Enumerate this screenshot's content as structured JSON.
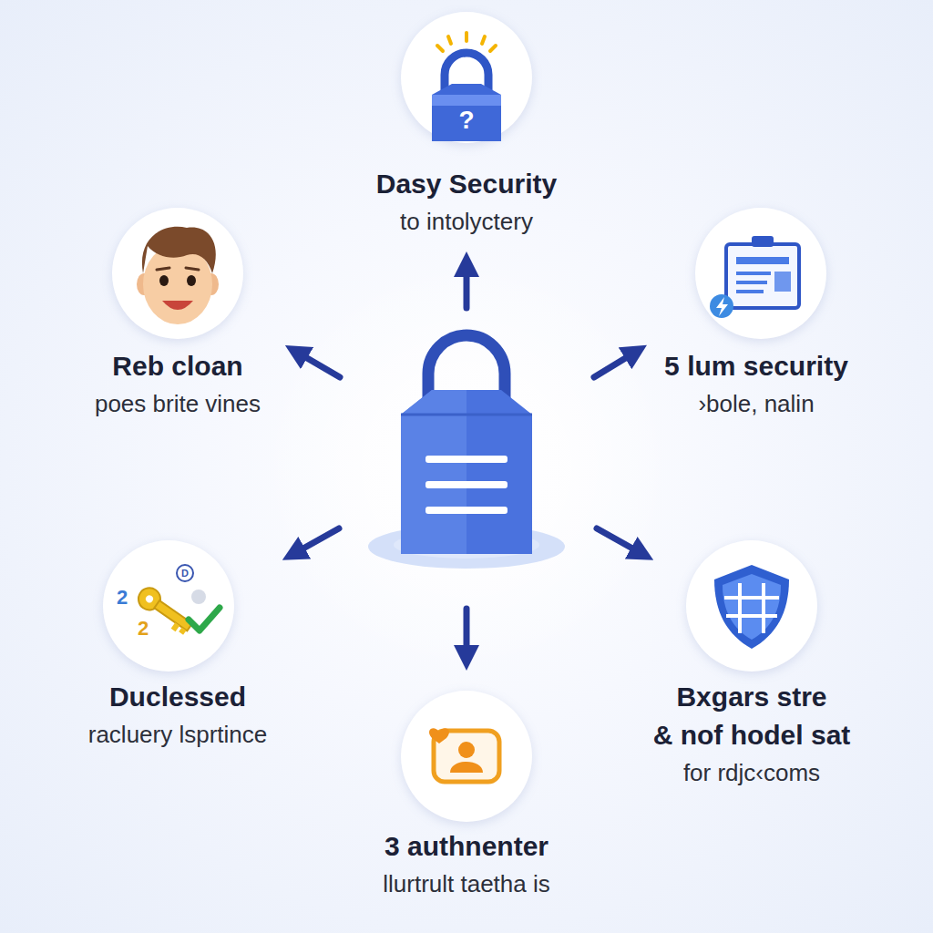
{
  "diagram": {
    "nodes": [
      {
        "text": [
          "Dasy Security",
          "to intolyctery"
        ]
      },
      {
        "text": [
          "Reb cloan",
          "poes brite vines"
        ]
      },
      {
        "text": [
          "5 lum security",
          "›bole, nalin"
        ]
      },
      {
        "text": [
          "Duclessed",
          "racluery lsprtince"
        ]
      },
      {
        "text": [
          "Bxgars stre",
          "& nof hodel sat",
          "for rdjc‹coms"
        ]
      },
      {
        "text": [
          "3 authnenter",
          "llurtrult taetha is"
        ]
      }
    ],
    "labels": [
      "?",
      "2",
      "2",
      "D"
    ]
  }
}
